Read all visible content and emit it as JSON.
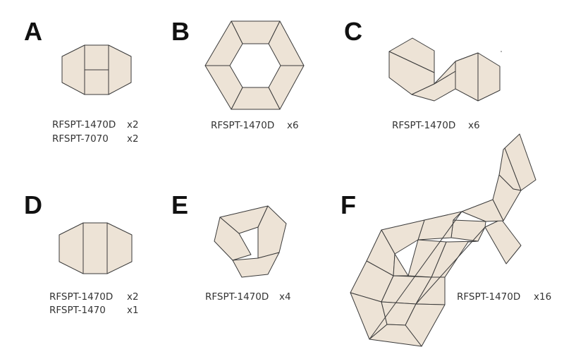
{
  "colors": {
    "tile_fill": "#ede3d6",
    "tile_stroke": "#3a3a3a",
    "background": "#ffffff"
  },
  "panels": [
    {
      "id": "A",
      "parts": [
        {
          "code": "RFSPT-1470D",
          "qty": "x2"
        },
        {
          "code": "RFSPT-7070",
          "qty": "x2"
        }
      ]
    },
    {
      "id": "B",
      "parts": [
        {
          "code": "RFSPT-1470D",
          "qty": "x6"
        }
      ]
    },
    {
      "id": "C",
      "parts": [
        {
          "code": "RFSPT-1470D",
          "qty": "x6"
        }
      ]
    },
    {
      "id": "D",
      "parts": [
        {
          "code": "RFSPT-1470D",
          "qty": "x2"
        },
        {
          "code": "RFSPT-1470",
          "qty": "x1"
        }
      ]
    },
    {
      "id": "E",
      "parts": [
        {
          "code": "RFSPT-1470D",
          "qty": "x4"
        }
      ]
    },
    {
      "id": "F",
      "parts": [
        {
          "code": "RFSPT-1470D",
          "qty": "x16"
        }
      ]
    }
  ]
}
